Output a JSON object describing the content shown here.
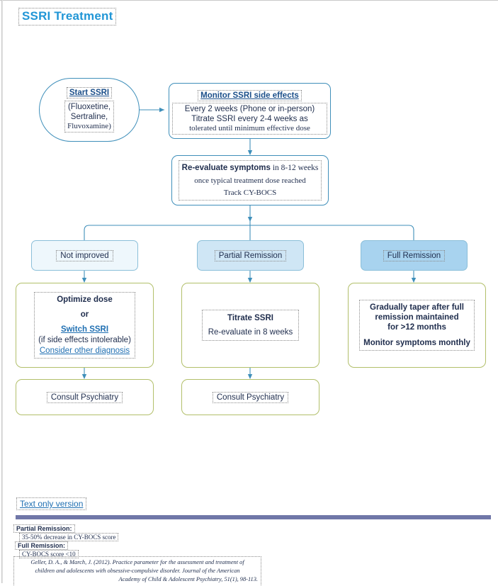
{
  "page": {
    "title": "SSRI Treatment",
    "accent_blue": "#2196d6",
    "node_border_blue": "#3f8fba",
    "node_border_olive": "#b2bf6a",
    "divider_color": "#7077a8"
  },
  "flow": {
    "start": {
      "heading": "Start SSRI",
      "line1": "(Fluoxetine,",
      "line2": "Sertraline,",
      "line3": "Fluvoxamine)"
    },
    "monitor": {
      "heading": "Monitor SSRI side effects",
      "line1": "Every 2 weeks (Phone or in-person)",
      "line2": "Titrate SSRI every 2-4 weeks as",
      "line3": "tolerated until minimum effective dose"
    },
    "reevaluate": {
      "lead": "Re-evaluate symptoms",
      "lead_tail": " in 8-12 weeks",
      "line2": "once typical treatment dose reached",
      "line3": "Track CY-BOCS"
    },
    "outcomes": [
      {
        "label": "Not improved",
        "fill": "#eef7fc"
      },
      {
        "label": "Partial Remission",
        "fill": "#cfe6f5"
      },
      {
        "label": "Full Remission",
        "fill": "#a8d3ef"
      }
    ],
    "not_improved_actions": {
      "line1": "Optimize dose",
      "line2": "or",
      "link1": "Switch SSRI",
      "line3": "(if side effects intolerable)",
      "link2": "Consider other diagnosis"
    },
    "partial_actions": {
      "line1": "Titrate SSRI",
      "line2": "Re-evaluate in 8 weeks"
    },
    "full_actions": {
      "line1": "Gradually taper after full",
      "line2": "remission maintained",
      "line3": "for >12 months",
      "line4": "Monitor symptoms monthly"
    },
    "consult_left": "Consult Psychiatry",
    "consult_middle": "Consult Psychiatry"
  },
  "footer": {
    "text_only_link": "Text only version",
    "definitions": [
      {
        "term": "Partial Remission:",
        "value": "35-50% decrease in CY-BOCS score"
      },
      {
        "term": "Full Remission:",
        "value": "CY-BOCS score <10"
      }
    ],
    "citation_line1": "Geller, D. A., & March, J. (2012). Practice parameter for the assessment and treatment of",
    "citation_line2": "children and adolescents with obsessive-compulsive disorder. Journal of the American",
    "citation_line3": "Academy of Child & Adolescent Psychiatry, 51(1), 98-113."
  }
}
